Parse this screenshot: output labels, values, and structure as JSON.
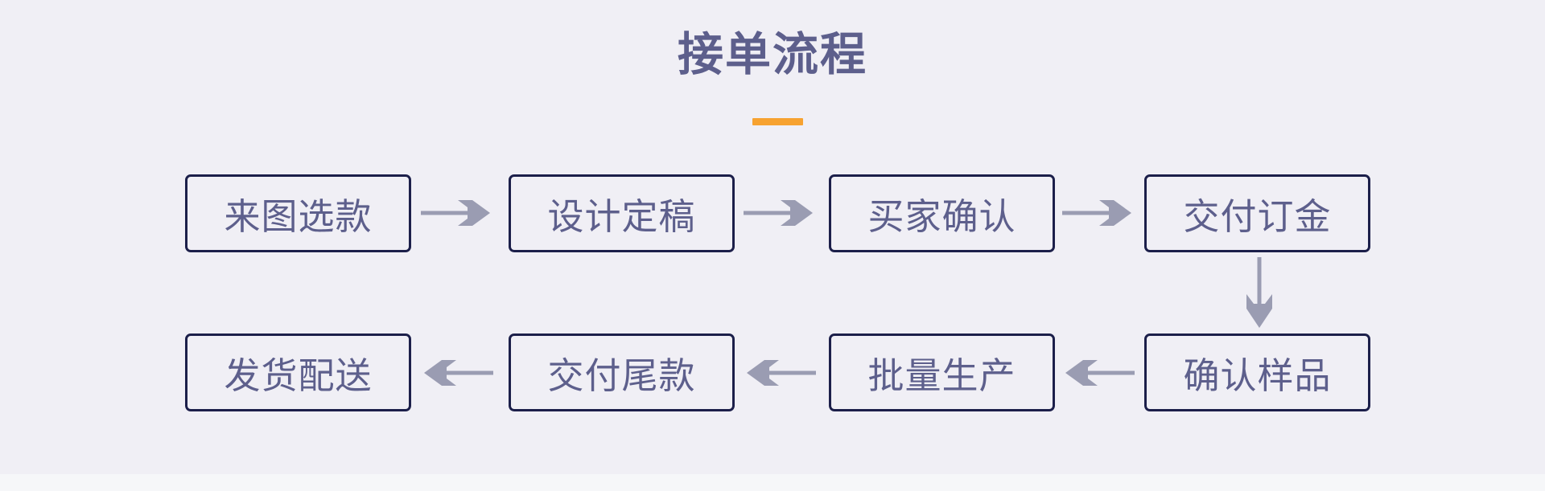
{
  "page": {
    "title": "接单流程",
    "background_color": "#f0eff5",
    "accent_color": "#f7a230",
    "text_color": "#5d5f8c",
    "border_color": "#1c1f4a",
    "arrow_color": "#9a9cb2"
  },
  "flow": {
    "row1": [
      {
        "id": "step-1",
        "label": "来图选款"
      },
      {
        "id": "step-2",
        "label": "设计定稿"
      },
      {
        "id": "step-3",
        "label": "买家确认"
      },
      {
        "id": "step-4",
        "label": "交付订金"
      }
    ],
    "row2": [
      {
        "id": "step-8",
        "label": "发货配送"
      },
      {
        "id": "step-7",
        "label": "交付尾款"
      },
      {
        "id": "step-6",
        "label": "批量生产"
      },
      {
        "id": "step-5",
        "label": "确认样品"
      }
    ],
    "connectors": [
      {
        "id": "arrow-1-2",
        "direction": "right"
      },
      {
        "id": "arrow-2-3",
        "direction": "right"
      },
      {
        "id": "arrow-3-4",
        "direction": "right"
      },
      {
        "id": "arrow-4-5",
        "direction": "down"
      },
      {
        "id": "arrow-5-6",
        "direction": "left"
      },
      {
        "id": "arrow-6-7",
        "direction": "left"
      },
      {
        "id": "arrow-7-8",
        "direction": "left"
      }
    ]
  }
}
